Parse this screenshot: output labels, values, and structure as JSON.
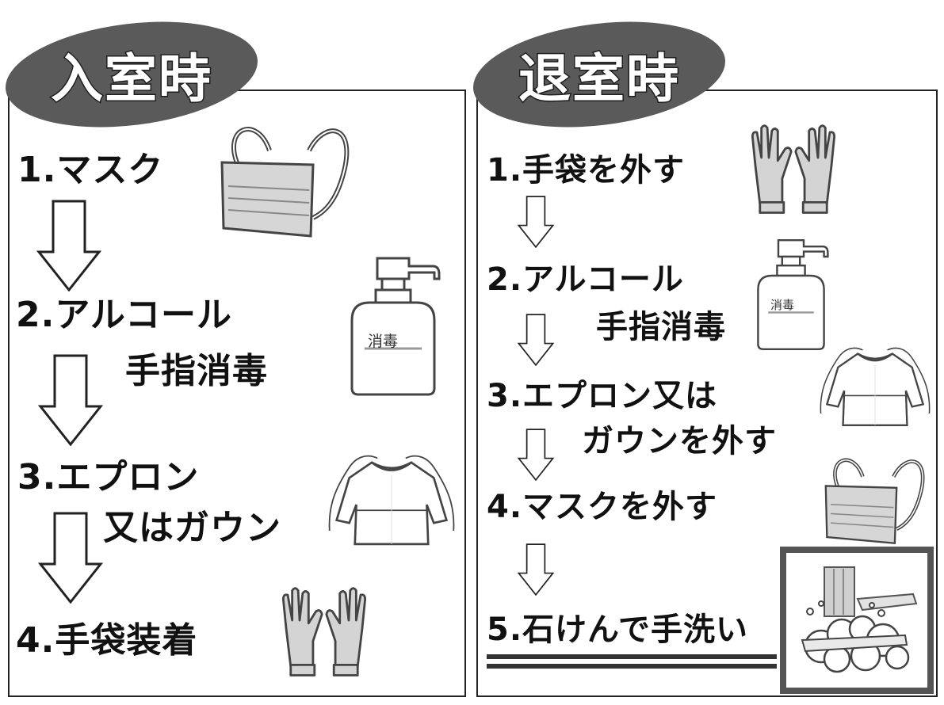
{
  "left": {
    "title": "入室時",
    "steps": [
      {
        "num": "1.",
        "text": "マスク",
        "cont": ""
      },
      {
        "num": "2.",
        "text": "アルコール",
        "cont": "手指消毒"
      },
      {
        "num": "3.",
        "text": "エプロン",
        "cont": "又はガウン"
      },
      {
        "num": "4.",
        "text": "手袋装着",
        "cont": ""
      }
    ],
    "sanitizer_label": "消毒"
  },
  "right": {
    "title": "退室時",
    "steps": [
      {
        "num": "1.",
        "text": "手袋を外す",
        "cont": ""
      },
      {
        "num": "2.",
        "text": "アルコール",
        "cont": "手指消毒"
      },
      {
        "num": "3.",
        "text": "エプロン又は",
        "cont": "ガウンを外す"
      },
      {
        "num": "4.",
        "text": "マスクを外す",
        "cont": ""
      },
      {
        "num": "5.",
        "text": "石けんで手洗い",
        "cont": ""
      }
    ],
    "sanitizer_label": "消毒"
  },
  "colors": {
    "badge": "#5a5a5a",
    "text": "#111111",
    "frame": "#555555"
  },
  "icons": [
    "mask-icon",
    "sanitizer-icon",
    "gown-icon",
    "gloves-icon",
    "handwash-icon",
    "down-arrow-icon"
  ]
}
